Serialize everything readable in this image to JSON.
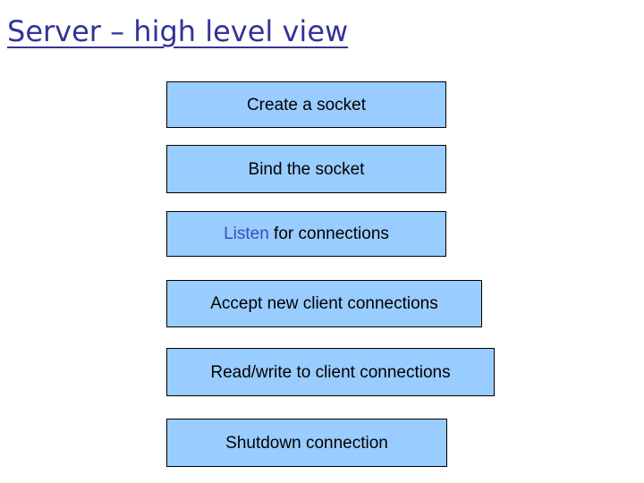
{
  "slide": {
    "title": "Server – high level view"
  },
  "colors": {
    "background": "#ffffff",
    "title_text": "#333399",
    "box_fill": "#99ccff",
    "box_border": "#000000",
    "box_text": "#000000",
    "highlight_text": "#3a4eb6"
  },
  "flow": {
    "boxes": [
      {
        "parts": [
          {
            "text": "Create a socket"
          }
        ]
      },
      {
        "parts": [
          {
            "text": "Bind the socket"
          }
        ]
      },
      {
        "parts": [
          {
            "text": "Listen",
            "highlight": true
          },
          {
            "text": " for connections"
          }
        ]
      },
      {
        "parts": [
          {
            "text": "Accept new client connections"
          }
        ]
      },
      {
        "parts": [
          {
            "text": "Read/write to client connections"
          }
        ]
      },
      {
        "parts": [
          {
            "text": "Shutdown connection"
          }
        ]
      }
    ]
  }
}
